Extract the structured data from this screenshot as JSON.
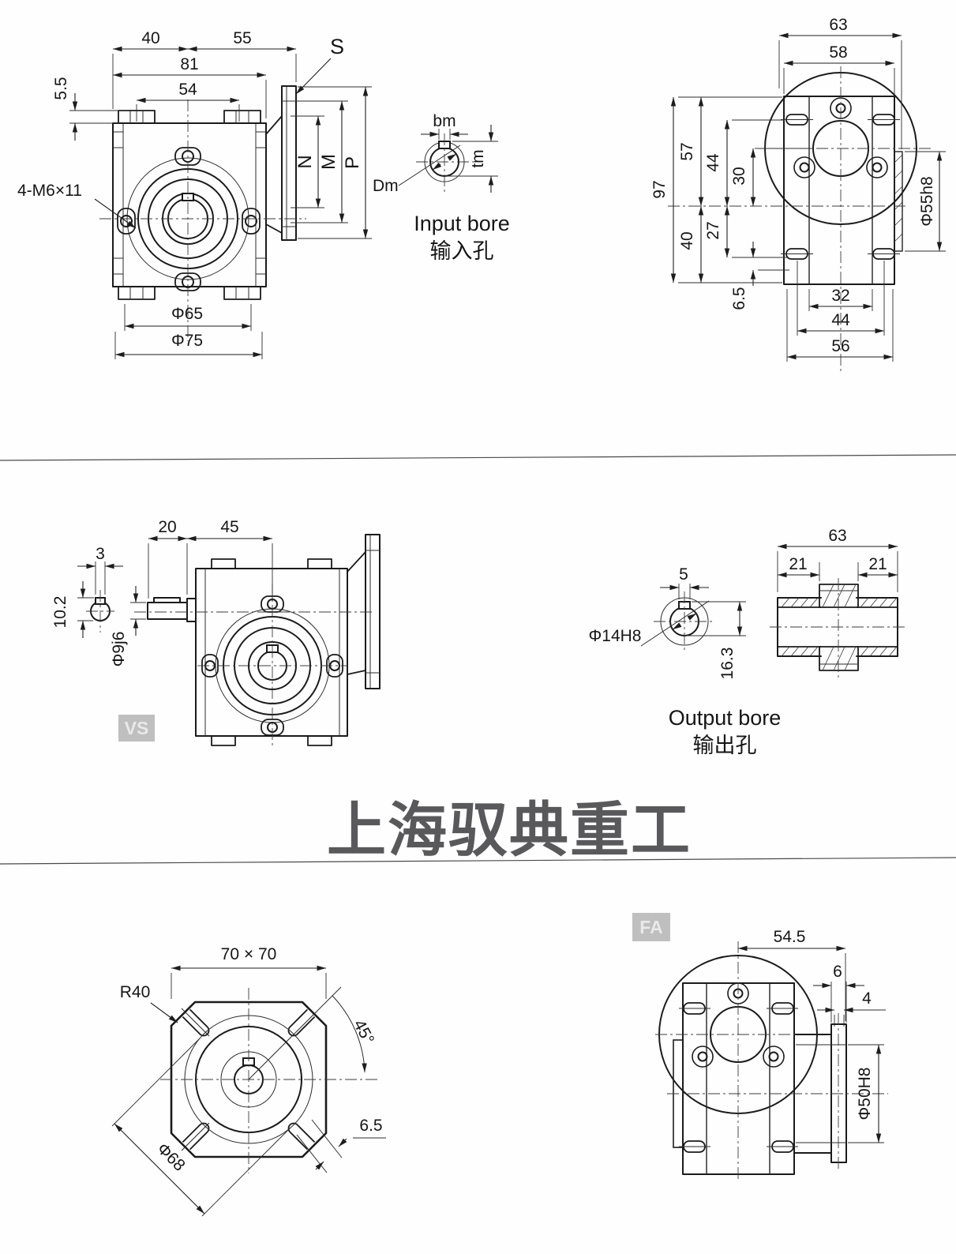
{
  "watermark": "上海驭典重工",
  "front_view": {
    "d40": "40",
    "d55": "55",
    "d81": "81",
    "d54": "54",
    "d5_5": "5.5",
    "s_label": "S",
    "bolt_callout": "4-M6×11",
    "n": "N",
    "m": "M",
    "p": "P",
    "phi65": "Φ65",
    "phi75": "Φ75"
  },
  "input_bore": {
    "bm": "bm",
    "tm": "tm",
    "dm": "Dm",
    "title_en": "Input bore",
    "title_zh": "输入孔"
  },
  "side_view": {
    "d63": "63",
    "d58": "58",
    "d97": "97",
    "d57": "57",
    "d44_left": "44",
    "d30": "30",
    "d40": "40",
    "d27": "27",
    "d6_5": "6.5",
    "phi55": "Φ55h8",
    "d32": "32",
    "d44_bottom": "44",
    "d56": "56"
  },
  "vs_view": {
    "tag": "VS",
    "d20": "20",
    "d45": "45",
    "d3": "3",
    "d10_2": "10.2",
    "phi9": "Φ9j6"
  },
  "output_bore": {
    "d5": "5",
    "phi14": "Φ14H8",
    "d16_3": "16.3",
    "title_en": "Output bore",
    "title_zh": "输出孔"
  },
  "output_shaft": {
    "d63": "63",
    "d21_left": "21",
    "d21_right": "21"
  },
  "square_flange": {
    "d70x70": "70 × 70",
    "r40": "R40",
    "a45": "45°",
    "d6_5": "6.5",
    "phi68": "Φ68"
  },
  "fa_view": {
    "tag": "FA",
    "d54_5": "54.5",
    "d6": "6",
    "d4": "4",
    "phi50": "Φ50H8"
  }
}
